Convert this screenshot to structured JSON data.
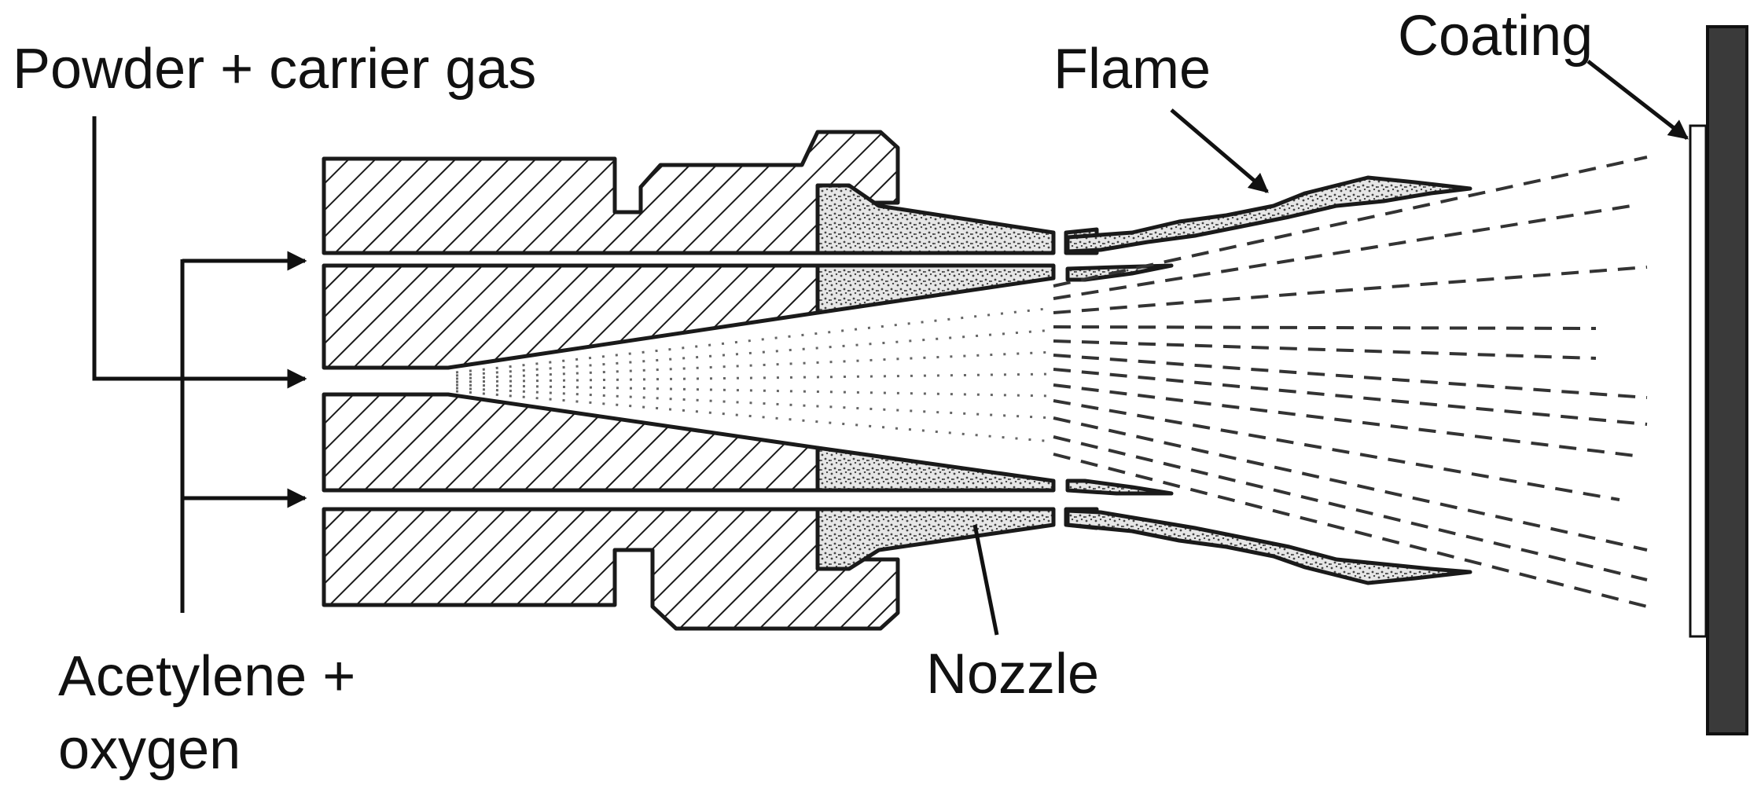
{
  "labels": {
    "powder": "Powder + carrier gas",
    "acetylene_line1": "Acetylene +",
    "acetylene_line2": "oxygen",
    "flame": "Flame",
    "nozzle": "Nozzle",
    "coating": "Coating"
  },
  "colors": {
    "ink": "#111111",
    "substrate": "#3a3a3a",
    "stipple": "#555555",
    "background": "#ffffff"
  },
  "icons": [
    "arrow-right-icon"
  ]
}
